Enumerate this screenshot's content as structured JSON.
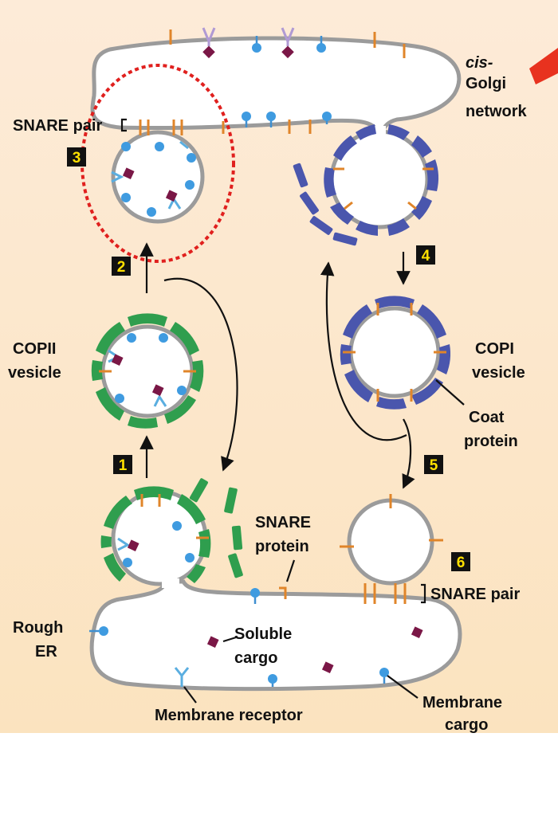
{
  "labels": {
    "cis": "cis-",
    "golgi": "Golgi",
    "network": "network",
    "snare_pair_top": "SNARE pair",
    "copii_1": "COPII",
    "copii_2": "vesicle",
    "copi_1": "COPI",
    "copi_2": "vesicle",
    "coat_1": "Coat",
    "coat_2": "protein",
    "snare_protein_1": "SNARE",
    "snare_protein_2": "protein",
    "snare_pair_bottom": "SNARE pair",
    "rough_1": "Rough",
    "rough_2": "ER",
    "soluble_1": "Soluble",
    "soluble_2": "cargo",
    "membrane_receptor": "Membrane receptor",
    "membrane_cargo_1": "Membrane",
    "membrane_cargo_2": "cargo"
  },
  "steps": [
    "1",
    "2",
    "3",
    "4",
    "5",
    "6"
  ],
  "colors": {
    "background_top": "#fdebd8",
    "background_bottom": "#fbe3bf",
    "membrane": "#9b9b9b",
    "copii_coat": "#2f9e4e",
    "copi_coat": "#4a56ad",
    "snare": "#e0852a",
    "receptor": "#5aaee0",
    "membrane_cargo": "#3f9be0",
    "soluble_cargo": "#7a1746",
    "highlight_oval": "#e0201e",
    "pointer_arrow": "#e8321f",
    "step_badge": "#111111",
    "step_number": "#ffe000"
  }
}
